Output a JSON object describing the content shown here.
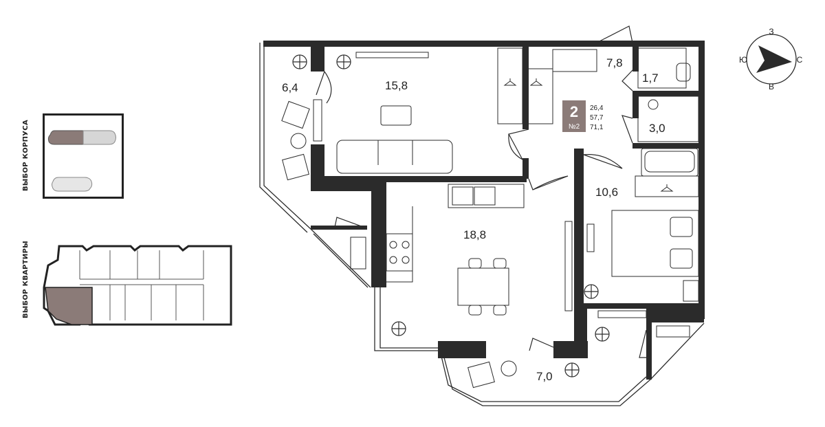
{
  "sidebar": {
    "building_label": "ВЫБОР КОРПУСА",
    "flat_label": "ВЫБОР КВАРТИРЫ"
  },
  "compass": {
    "north": "З",
    "east": "С",
    "south": "В",
    "west": "Ю"
  },
  "apartment": {
    "rooms_count": "2",
    "number": "№2",
    "areas": [
      "26,4",
      "57,7",
      "71,1"
    ],
    "badge_color": "#8b7b78"
  },
  "rooms": {
    "balcony_left": "6,4",
    "living": "15,8",
    "hall": "7,8",
    "wc": "1,7",
    "bath": "3,0",
    "bedroom": "10,6",
    "kitchen": "18,8",
    "balcony_bottom": "7,0"
  },
  "colors": {
    "wall": "#2b2b2b",
    "selected": "#8b7b78",
    "accent": "#2b2b2b"
  }
}
